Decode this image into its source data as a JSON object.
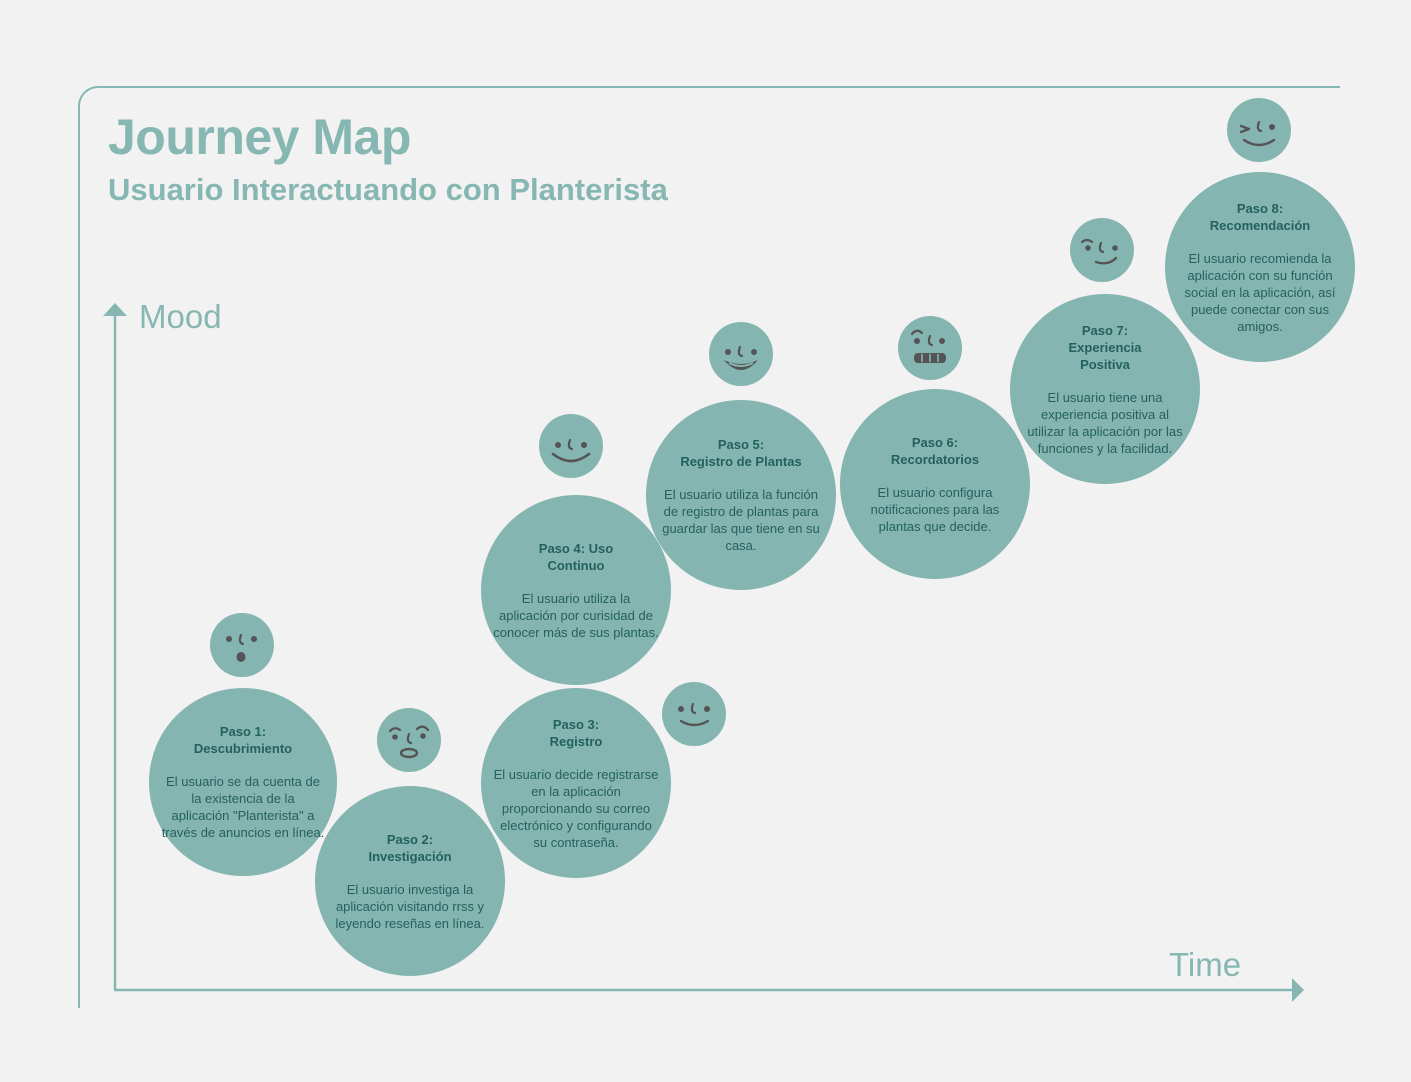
{
  "header": {
    "title": "Journey Map",
    "subtitle": "Usuario Interactuando con Planterista"
  },
  "axes": {
    "y_label": "Mood",
    "x_label": "Time"
  },
  "colors": {
    "accent": "#86b7b2",
    "bubble": "#85b5b0",
    "text": "#24615d",
    "face_features": "#545454",
    "background": "#f2f2f2"
  },
  "steps": [
    {
      "title": "Paso 1:\nDescubrimiento",
      "description": "El usuario se da cuenta de la existencia de la aplicación \"Planterista\" a través de anuncios en línea.",
      "face": "surprised-face-icon"
    },
    {
      "title": "Paso 2:\nInvestigación",
      "description": "El usuario investiga la aplicación visitando rrss y leyendo reseñas en línea.",
      "face": "doubtful-face-icon"
    },
    {
      "title": "Paso 3:\nRegistro",
      "description": "El usuario decide registrarse en la aplicación proporcionando su correo electrónico y configurando su contraseña.",
      "face": "content-face-icon"
    },
    {
      "title": "Paso 4: Uso\nContinuo",
      "description": "El usuario utiliza la aplicación por curisidad de conocer más de sus plantas.",
      "face": "happy-face-icon"
    },
    {
      "title": "Paso 5:\nRegistro de Plantas",
      "description": "El usuario utiliza la función de registro de plantas para guardar las que tiene en su casa.",
      "face": "grinning-face-icon"
    },
    {
      "title": "Paso 6:\nRecordatorios",
      "description": "El usuario configura notificaciones para las plantas que decide.",
      "face": "grimacing-face-icon"
    },
    {
      "title": "Paso 7:\nExperiencia\nPositiva",
      "description": "El usuario tiene una experiencia positiva al utilizar la aplicación por las funciones y la facilidad.",
      "face": "pleased-face-icon"
    },
    {
      "title": "Paso 8:\nRecomendación",
      "description": "El usuario recomienda la aplicación con su función social en la aplicación, así puede conectar con sus amigos.",
      "face": "winking-face-icon"
    }
  ]
}
